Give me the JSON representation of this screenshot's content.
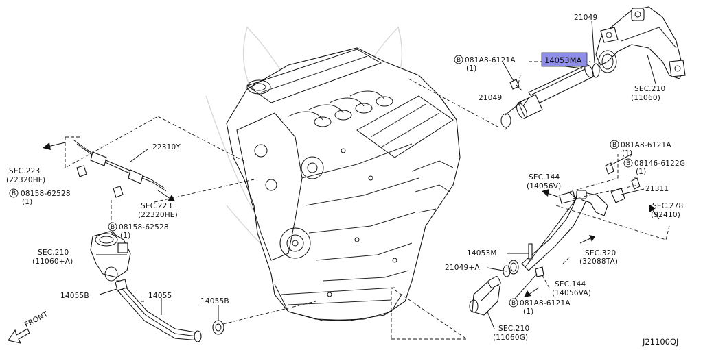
{
  "diagram_code": "J21100QJ",
  "front_label": "FRONT",
  "callouts": {
    "p21049_top": "21049",
    "p14053MA": "14053MA",
    "bolt1_code": "081A8-6121A",
    "bolt1_qty": "(1)",
    "p21049_mid": "21049",
    "sec210_top_a": "SEC.210",
    "sec210_top_b": "(11060)",
    "bolt2_code": "081A8-6121A",
    "bolt2_qty": "(1)",
    "bolt3_code": "08146-6122G",
    "bolt3_qty": "(1)",
    "p21311": "21311",
    "sec144_a": "SEC.144",
    "sec144_b": "(14056V)",
    "sec278_a": "SEC.278",
    "sec278_b": "(92410)",
    "sec320_a": "SEC.320",
    "sec320_b": "(32088TA)",
    "p14053M": "14053M",
    "p21049A": "21049+A",
    "sec144b_a": "SEC.144",
    "sec144b_b": "(14056VA)",
    "bolt4_code": "081A8-6121A",
    "bolt4_qty": "(1)",
    "sec210_bot_a": "SEC.210",
    "sec210_bot_b": "(11060G)",
    "p22310Y": "22310Y",
    "sec223_a_a": "SEC.223",
    "sec223_a_b": "(22320HF)",
    "bolt5_code": "08158-62528",
    "bolt5_qty": "(1)",
    "sec223_b_a": "SEC.223",
    "sec223_b_b": "(22320HE)",
    "bolt6_code": "08158-62528",
    "bolt6_qty": "(1)",
    "sec210_left_a": "SEC.210",
    "sec210_left_b": "(11060+A)",
    "p14055B_a": "14055B",
    "p14055": "14055",
    "p14055B_b": "14055B"
  },
  "bolt_marker": "B",
  "highlight_color": "#8e8ee8"
}
